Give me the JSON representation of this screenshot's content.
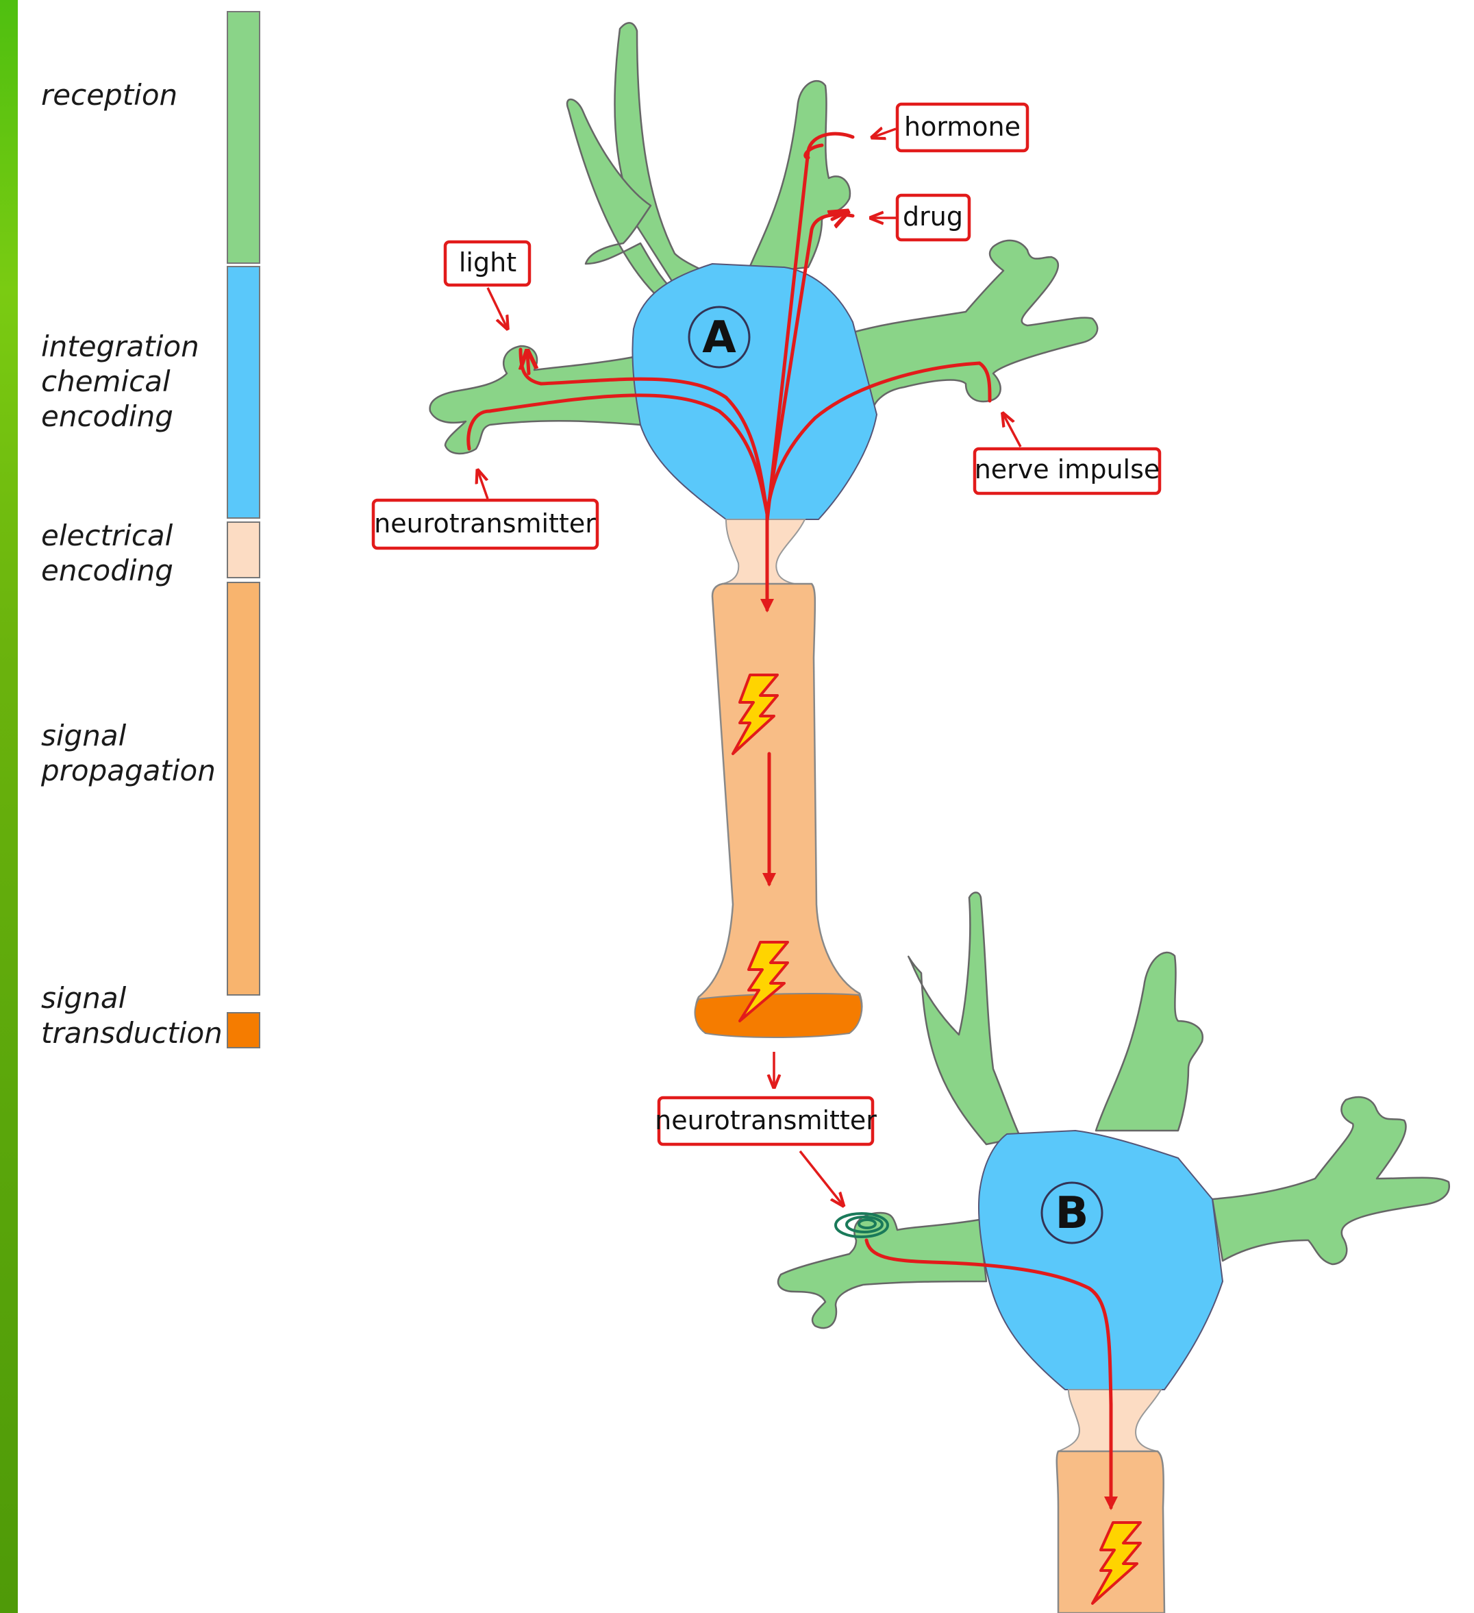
{
  "stages": [
    {
      "lines": [
        "reception"
      ],
      "color": "#8ad488"
    },
    {
      "lines": [
        "integration",
        "chemical",
        "encoding"
      ],
      "color": "#5ac8fa"
    },
    {
      "lines": [
        "electrical",
        "encoding"
      ],
      "color": "#fcdcc3"
    },
    {
      "lines": [
        "signal",
        "propagation"
      ],
      "color": "#f8b46e"
    },
    {
      "lines": [
        "signal",
        "transduction"
      ],
      "color": "#f57c00"
    }
  ],
  "cells": {
    "a": "A",
    "b": "B"
  },
  "inputs": {
    "hormone": "hormone",
    "drug": "drug",
    "light": "light",
    "neurotransmitter_in": "neurotransmitter",
    "nerve_impulse": "nerve impulse",
    "neurotransmitter_out": "neurotransmitter"
  },
  "icons": [
    "lightning-bolt-icon",
    "receptor-spiral-icon",
    "arrow-icon"
  ],
  "colors": {
    "signal": "#e21b1b",
    "dendrite": "#8ad488",
    "soma": "#5ac8fa",
    "hillock": "#fcdcc3",
    "axon": "#f8bd86",
    "terminal": "#f57c00",
    "bolt": "#ffd400"
  }
}
